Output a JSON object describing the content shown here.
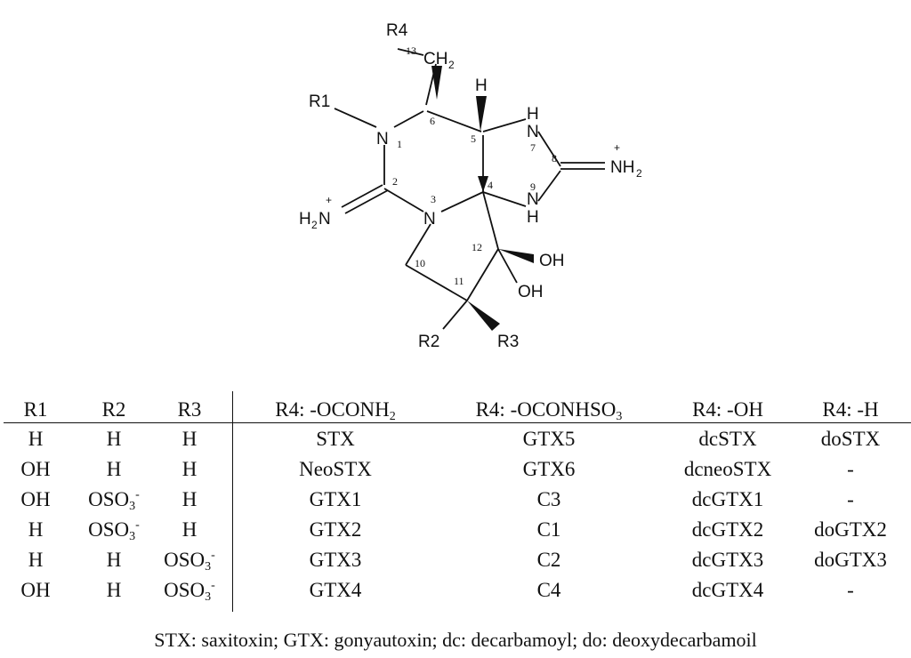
{
  "structure": {
    "atoms": {
      "r1": "R1",
      "r2": "R2",
      "r3": "R3",
      "r4": "R4",
      "n1": "N",
      "n3": "N",
      "n7": "N",
      "n9": "N",
      "h7": "H",
      "h9": "H",
      "h5": "H",
      "ch2": "CH",
      "ch2_sub": "2",
      "nh2_right": "NH",
      "nh2_right_sub": "2",
      "nh2_right_charge": "+",
      "h2n_left_h": "H",
      "h2n_left_sub": "2",
      "h2n_left_n": "N",
      "h2n_left_charge": "+",
      "oh_upper": "OH",
      "oh_lower": "OH"
    },
    "locants": [
      "1",
      "2",
      "3",
      "4",
      "5",
      "6",
      "7",
      "8",
      "9",
      "10",
      "11",
      "12",
      "13"
    ]
  },
  "table": {
    "headers": [
      {
        "main": "R1"
      },
      {
        "main": "R2"
      },
      {
        "main": "R3"
      },
      {
        "main": "R4: -OCONH",
        "sub": "2"
      },
      {
        "main": "R4: -OCONHSO",
        "sub": "3"
      },
      {
        "main": "R4: -OH"
      },
      {
        "main": "R4: -H"
      }
    ],
    "rows": [
      [
        {
          "text": "H"
        },
        {
          "text": "H"
        },
        {
          "text": "H"
        },
        {
          "text": "STX"
        },
        {
          "text": "GTX5"
        },
        {
          "text": "dcSTX"
        },
        {
          "text": "doSTX"
        }
      ],
      [
        {
          "text": "OH"
        },
        {
          "text": "H"
        },
        {
          "text": "H"
        },
        {
          "text": "NeoSTX"
        },
        {
          "text": "GTX6"
        },
        {
          "text": "dcneoSTX"
        },
        {
          "text": "-"
        }
      ],
      [
        {
          "text": "OH"
        },
        {
          "text": "OSO",
          "sub": "3",
          "sup": "-"
        },
        {
          "text": "H"
        },
        {
          "text": "GTX1"
        },
        {
          "text": "C3"
        },
        {
          "text": "dcGTX1"
        },
        {
          "text": "-"
        }
      ],
      [
        {
          "text": "H"
        },
        {
          "text": "OSO",
          "sub": "3",
          "sup": "-"
        },
        {
          "text": "H"
        },
        {
          "text": "GTX2"
        },
        {
          "text": "C1"
        },
        {
          "text": "dcGTX2"
        },
        {
          "text": "doGTX2"
        }
      ],
      [
        {
          "text": "H"
        },
        {
          "text": "H"
        },
        {
          "text": "OSO",
          "sub": "3",
          "sup": "-"
        },
        {
          "text": "GTX3"
        },
        {
          "text": "C2"
        },
        {
          "text": "dcGTX3"
        },
        {
          "text": "doGTX3"
        }
      ],
      [
        {
          "text": "OH"
        },
        {
          "text": "H"
        },
        {
          "text": "OSO",
          "sub": "3",
          "sup": "-"
        },
        {
          "text": "GTX4"
        },
        {
          "text": "C4"
        },
        {
          "text": "dcGTX4"
        },
        {
          "text": "-"
        }
      ]
    ]
  },
  "footnote": "STX: saxitoxin; GTX: gonyautoxin; dc: decarbamoyl; do: deoxydecarbamoil"
}
